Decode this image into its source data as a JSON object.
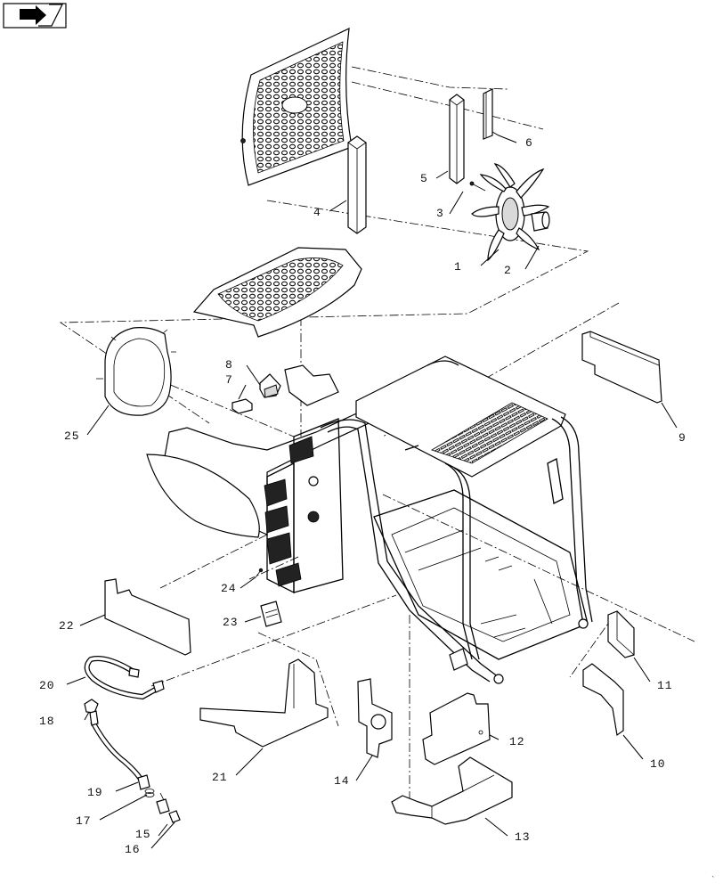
{
  "navigation": {
    "icon": "back-arrow-icon"
  },
  "callouts": [
    "1",
    "2",
    "3",
    "4",
    "5",
    "6",
    "7",
    "8",
    "9",
    "10",
    "11",
    "12",
    "13",
    "14",
    "15",
    "16",
    "17",
    "18",
    "19",
    "20",
    "21",
    "22",
    "23",
    "24",
    "25"
  ]
}
